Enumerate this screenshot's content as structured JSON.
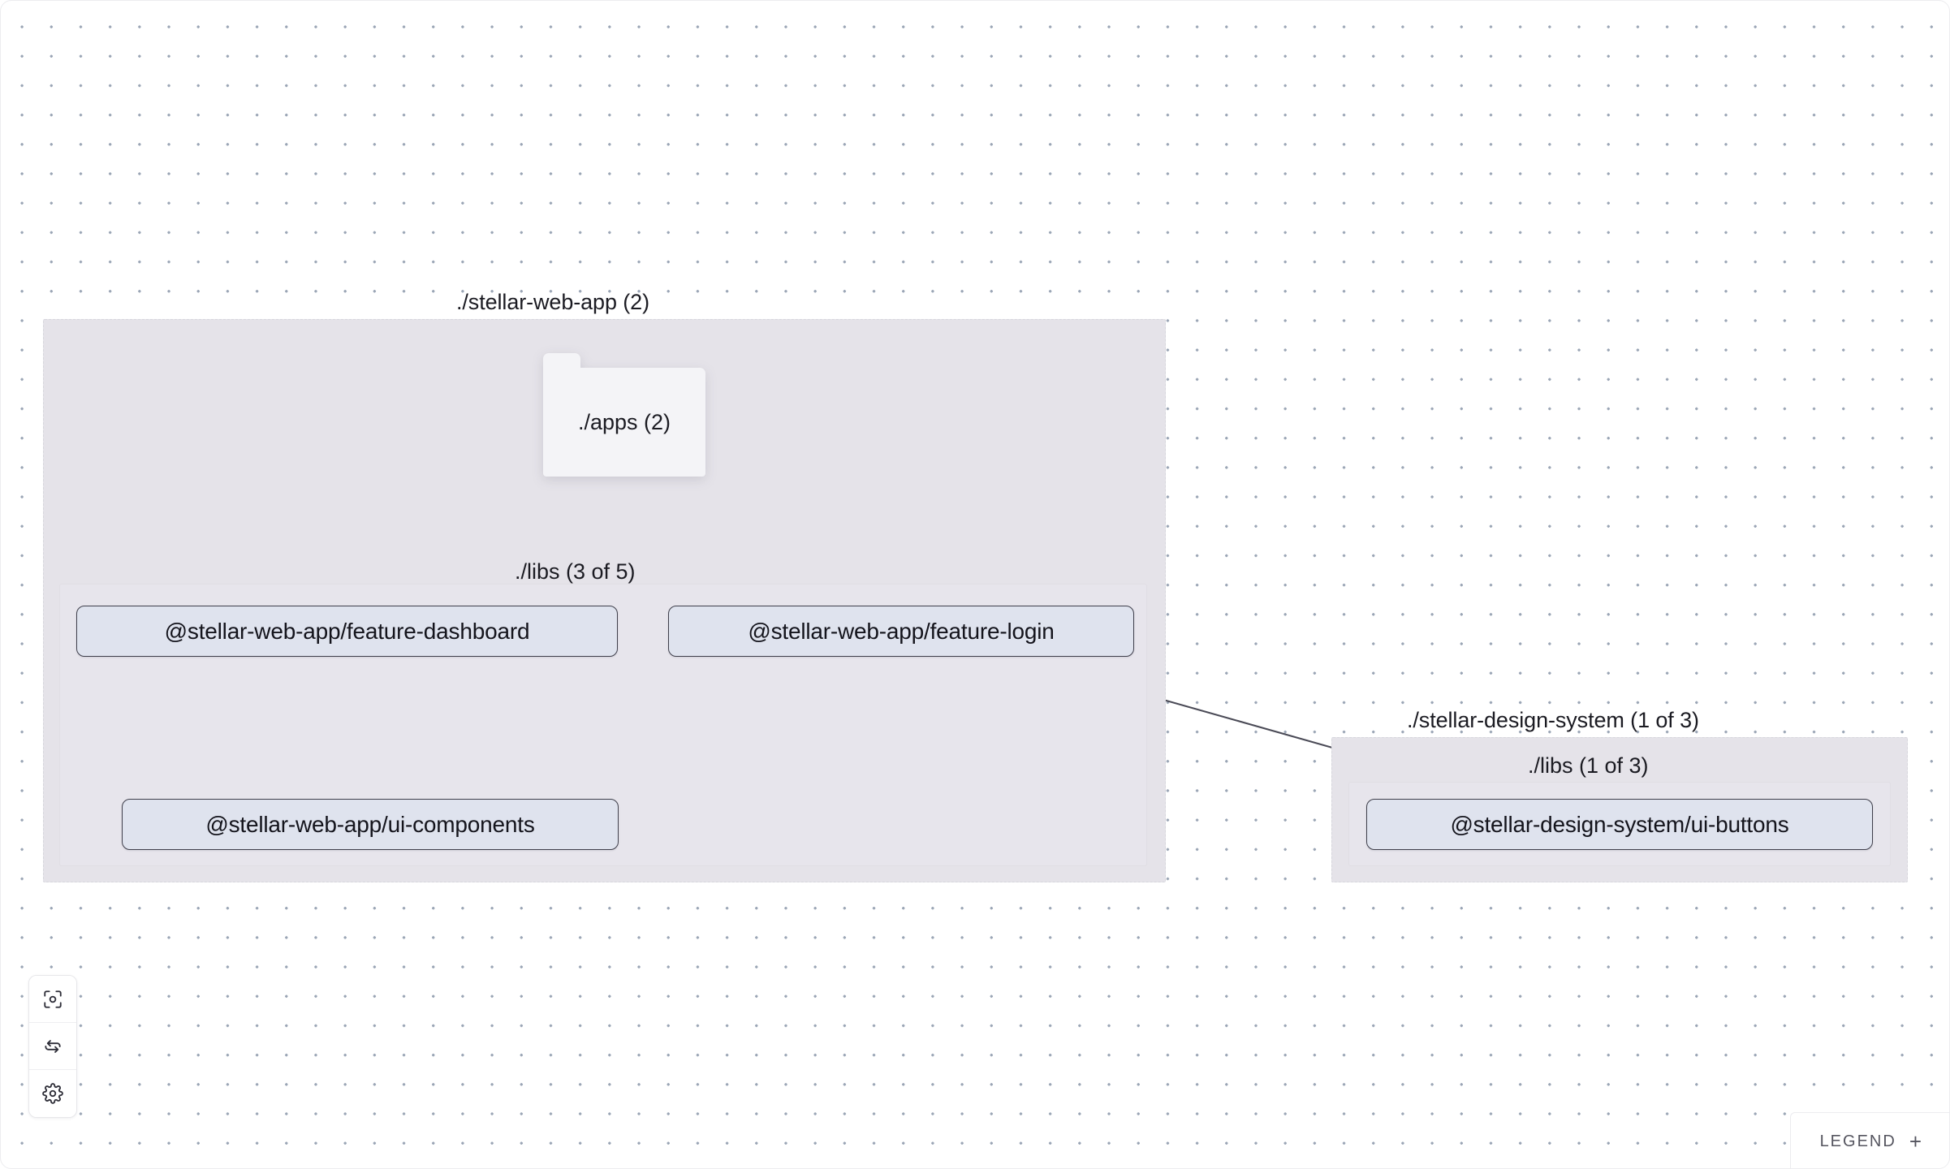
{
  "canvas": {
    "background_color": "#ffffff",
    "dot_color": "#9aa5b5",
    "node_fill": "#dfe3ee",
    "node_border": "#3f3f4b",
    "group_fill": "#e5e3e9",
    "group_border": "#d7d7dd"
  },
  "groups": [
    {
      "id": "stellar-web-app",
      "label": "./stellar-web-app (2)",
      "subgroup": {
        "id": "web-app-libs",
        "label": "./libs (3 of 5)"
      }
    },
    {
      "id": "stellar-design-system",
      "label": "./stellar-design-system (1 of 3)",
      "subgroup": {
        "id": "design-system-libs",
        "label": "./libs (1 of 3)"
      }
    }
  ],
  "folders": [
    {
      "id": "apps",
      "label": "./apps (2)"
    }
  ],
  "nodes": [
    {
      "id": "feature-dashboard",
      "label": "@stellar-web-app/feature-dashboard"
    },
    {
      "id": "feature-login",
      "label": "@stellar-web-app/feature-login"
    },
    {
      "id": "ui-components",
      "label": "@stellar-web-app/ui-components"
    },
    {
      "id": "ui-buttons",
      "label": "@stellar-design-system/ui-buttons"
    }
  ],
  "edges": [
    {
      "from": "apps",
      "to": "feature-dashboard",
      "style": "dashed"
    },
    {
      "from": "apps",
      "to": "feature-login",
      "style": "dashed"
    },
    {
      "from": "feature-dashboard",
      "to": "ui-components",
      "style": "solid"
    },
    {
      "from": "feature-login",
      "to": "ui-components",
      "style": "solid"
    },
    {
      "from": "feature-login",
      "to": "ui-buttons",
      "style": "solid"
    }
  ],
  "controls": [
    {
      "id": "focus",
      "icon": "focus-target-icon",
      "title": "Focus graph"
    },
    {
      "id": "refresh",
      "icon": "refresh-icon",
      "title": "Refresh graph"
    },
    {
      "id": "settings",
      "icon": "gear-icon",
      "title": "Settings"
    }
  ],
  "legend": {
    "label": "LEGEND",
    "toggle": "+"
  }
}
